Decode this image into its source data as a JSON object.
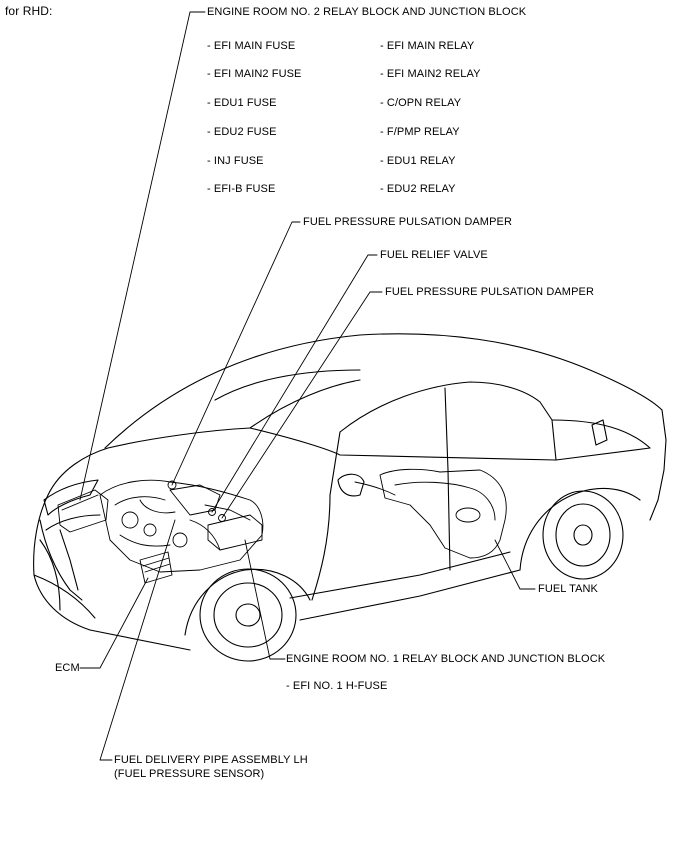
{
  "header": {
    "variant": "for RHD:"
  },
  "labels": {
    "engine_room_no2": "ENGINE ROOM NO. 2 RELAY BLOCK AND JUNCTION BLOCK",
    "fuses_left": [
      "- EFI MAIN FUSE",
      "- EFI MAIN2 FUSE",
      "- EDU1 FUSE",
      "- EDU2 FUSE",
      "- INJ FUSE",
      "- EFI-B FUSE"
    ],
    "relays_right": [
      "- EFI MAIN RELAY",
      "- EFI MAIN2 RELAY",
      "- C/OPN RELAY",
      "- F/PMP RELAY",
      "- EDU1 RELAY",
      "- EDU2 RELAY"
    ],
    "damper_1": "FUEL PRESSURE PULSATION DAMPER",
    "relief_valve": "FUEL RELIEF VALVE",
    "damper_2": "FUEL PRESSURE PULSATION DAMPER",
    "fuel_tank": "FUEL TANK",
    "ecm": "ECM",
    "engine_room_no1": "ENGINE ROOM NO. 1 RELAY BLOCK AND JUNCTION BLOCK",
    "efi_no1_hfuse": "- EFI NO. 1 H-FUSE",
    "delivery_pipe_line1": "FUEL DELIVERY PIPE ASSEMBLY LH",
    "delivery_pipe_line2": "(FUEL PRESSURE SENSOR)"
  }
}
